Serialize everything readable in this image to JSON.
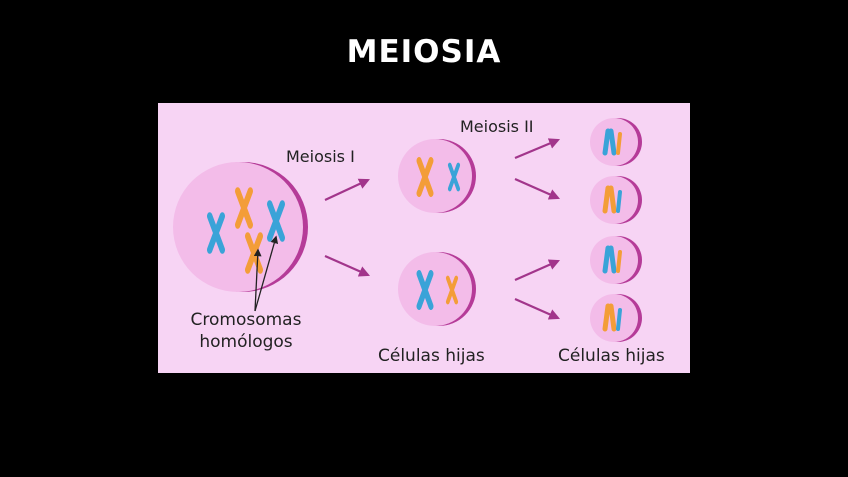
{
  "title": "MEIOSIA",
  "diagram": {
    "meiosis1_label": "Meiosis I",
    "meiosis2_label": "Meiosis II",
    "homologs_label": "Cromosomas homólogos",
    "daughter_cells_label_1": "Células hijas",
    "daughter_cells_label_2": "Células hijas"
  },
  "colors": {
    "background": "#000000",
    "panel": "#f7d4f4",
    "cell_fill": "#f3bce9",
    "cell_rim": "#b53b98",
    "arrow": "#a2358b",
    "chromosome_blue": "#3aa3d8",
    "chromosome_orange": "#f39d38"
  }
}
